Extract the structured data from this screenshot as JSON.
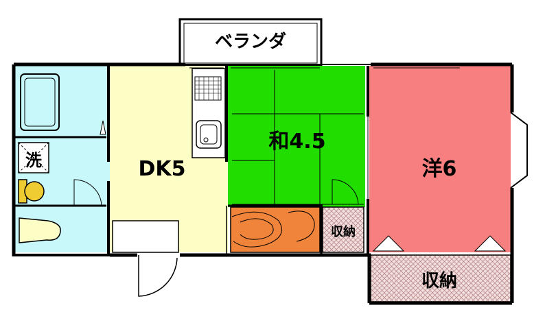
{
  "plan": {
    "balcony": {
      "label": "ベランダ"
    },
    "rooms": {
      "dk": {
        "label": "DK5"
      },
      "washitsu": {
        "label": "和4.5"
      },
      "yoshitsu": {
        "label": "洋6"
      },
      "storage_small": {
        "label": "収納"
      },
      "storage_large": {
        "label": "収納"
      },
      "washer": {
        "label": "洗"
      }
    },
    "colors": {
      "dk": "#fdfdc6",
      "washitsu": "#22dd00",
      "yoshitsu": "#f77f7f",
      "wet_area": "#c8f8fa",
      "oshiire": "#f0843a",
      "storage": "#f3dede",
      "wall": "#000000"
    }
  }
}
